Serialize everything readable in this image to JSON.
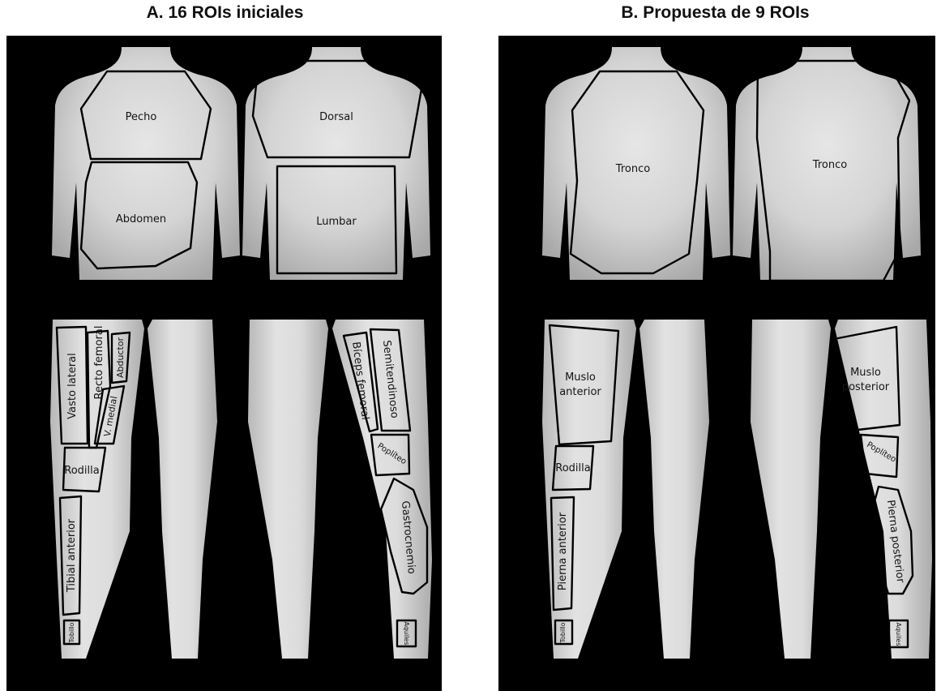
{
  "panel_a": {
    "title": "A. 16 ROIs iniciales",
    "rois": {
      "pecho": "Pecho",
      "abdomen": "Abdomen",
      "dorsal": "Dorsal",
      "lumbar": "Lumbar",
      "vasto_lateral": "Vasto lateral",
      "recto_femoral": "Recto femoral",
      "abductor": "Abductor",
      "v_medial": "V. medial",
      "rodilla": "Rodilla",
      "tibial_anterior": "Tibial anterior",
      "tobillo": "Tobillo",
      "biceps_femoral": "Bíceps femoral",
      "semitendinoso": "Semitendinoso",
      "popliteo": "Poplíteo",
      "gastrocnemio": "Gastrocnemio",
      "aquiles": "Aquiles"
    }
  },
  "panel_b": {
    "title": "B. Propuesta de 9 ROIs",
    "rois": {
      "tronco_front": "Tronco",
      "tronco_back": "Tronco",
      "muslo_anterior_1": "Muslo",
      "muslo_anterior_2": "anterior",
      "rodilla": "Rodilla",
      "pierna_anterior": "Pierna anterior",
      "tobillo": "Tobillo",
      "muslo_posterior_1": "Muslo",
      "muslo_posterior_2": "posterior",
      "popliteo": "Poplíteo",
      "pierna_posterior": "Pierna posterior",
      "aquiles": "Aquiles"
    }
  },
  "colors": {
    "background": "#000000",
    "roi_outline": "#000000"
  }
}
